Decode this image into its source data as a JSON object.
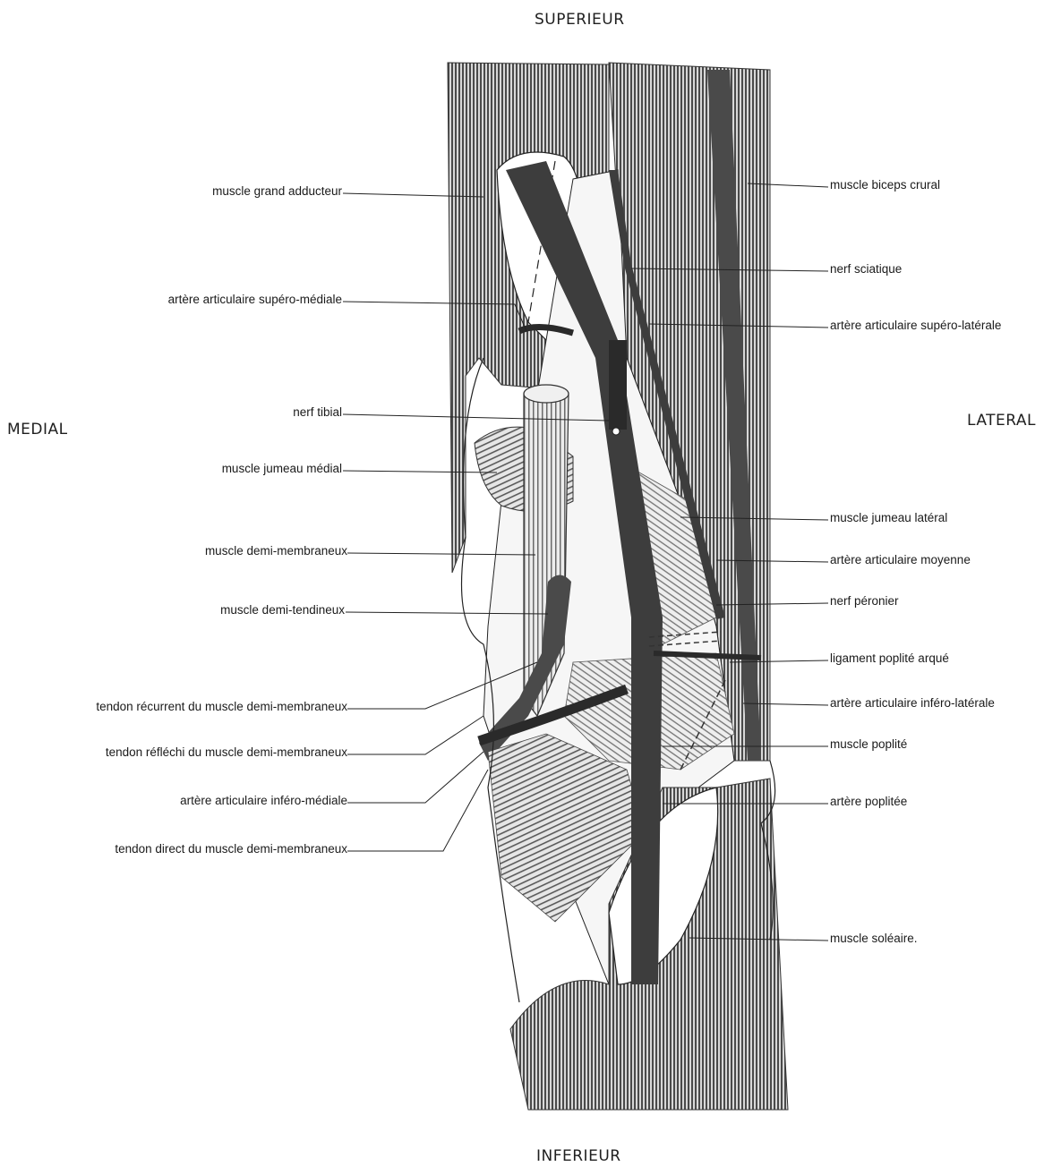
{
  "orientation": {
    "top": "SUPERIEUR",
    "bottom": "INFERIEUR",
    "left": "MEDIAL",
    "right": "LATERAL"
  },
  "labels_left": [
    "muscle grand adducteur",
    "artère articulaire supéro-médiale",
    "nerf tibial",
    "muscle jumeau médial",
    "muscle demi-membraneux",
    "muscle demi-tendineux",
    "tendon récurrent du muscle demi-membraneux",
    "tendon réfléchi du muscle demi-membraneux",
    "artère articulaire inféro-médiale",
    "tendon direct du muscle demi-membraneux"
  ],
  "labels_right": [
    "muscle biceps crural",
    "nerf sciatique",
    "artère articulaire supéro-latérale",
    "muscle jumeau latéral",
    "artère articulaire moyenne",
    "nerf péronier",
    "ligament poplité arqué",
    "artère articulaire inféro-latérale",
    "muscle poplité",
    "artère poplitée",
    "muscle soléaire."
  ],
  "colors": {
    "muscle_dark": "#5a5a5a",
    "muscle_mid": "#8a8a8a",
    "vessel": "#3d3d3d",
    "outline": "#222222"
  }
}
